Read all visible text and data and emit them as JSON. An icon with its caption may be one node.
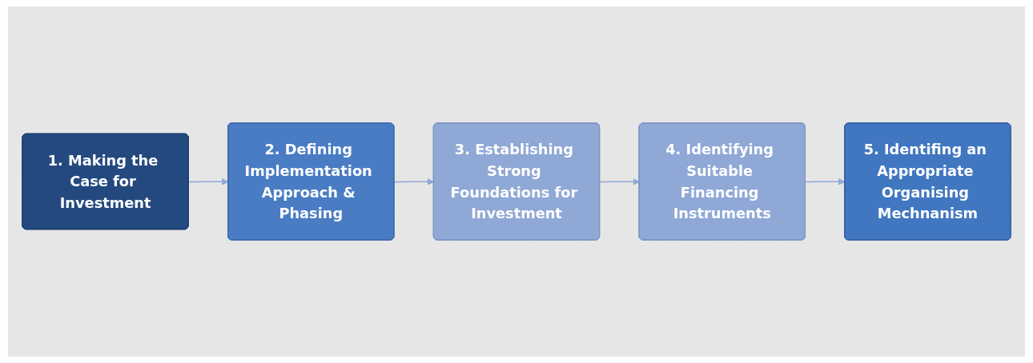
{
  "diagram": {
    "nodes": [
      {
        "text": [
          "1. Making the Case for Investment"
        ]
      },
      {
        "text": [
          "2. Defining Implementation Approach & Phasing"
        ]
      },
      {
        "text": [
          "3. Establishing Strong Foundations for Investment"
        ]
      },
      {
        "text": [
          "4. Identifying Suitable Financing Instruments"
        ]
      },
      {
        "text": [
          "5. Identifing an Appropriate Organising Mechnanism"
        ]
      }
    ],
    "edges": [
      {
        "from": 0,
        "to": 1,
        "arrow": "to"
      },
      {
        "from": 1,
        "to": 2,
        "arrow": "to"
      },
      {
        "from": 2,
        "to": 3,
        "arrow": "to"
      },
      {
        "from": 3,
        "to": 4,
        "arrow": "to"
      }
    ]
  }
}
